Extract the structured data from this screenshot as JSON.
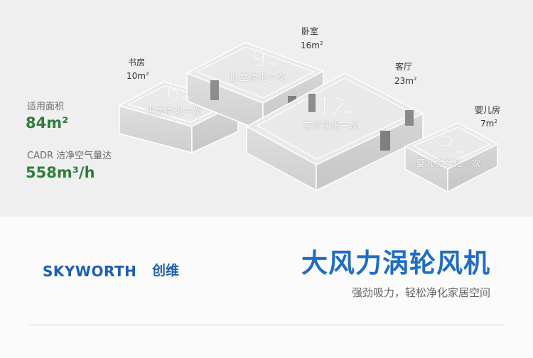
{
  "stats": {
    "area_label": "适用面积",
    "area_value": "84m²",
    "cadr_label": "CADR 洁净空气量达",
    "cadr_value": "558m³/h"
  },
  "rooms": [
    {
      "name": "书房",
      "area": "10m",
      "area_sup": "2",
      "minutes": "6",
      "min_unit": "min",
      "purify_text": "书房净化一次"
    },
    {
      "name": "卧室",
      "area": "16m",
      "area_sup": "2",
      "minutes": "9",
      "min_unit": "min",
      "purify_text": "卧室净化一次"
    },
    {
      "name": "客厅",
      "area": "23m",
      "area_sup": "2",
      "minutes": "12",
      "min_unit": "min",
      "purify_text": "客厅净化一次"
    },
    {
      "name": "婴儿房",
      "area": "7m",
      "area_sup": "2",
      "minutes": "5",
      "min_unit": "min",
      "purify_text": "婴儿房净化一次"
    }
  ],
  "brand": {
    "name": "SKYWORTH",
    "name_cn": "创维"
  },
  "headline": {
    "title": "大风力涡轮风机",
    "subtitle": "强劲吸力，轻松净化家居空间"
  },
  "colors": {
    "accent_green": "#2f7d3b",
    "brand_blue": "#1d5fb4",
    "headline_blue": "#1f6dc5"
  }
}
